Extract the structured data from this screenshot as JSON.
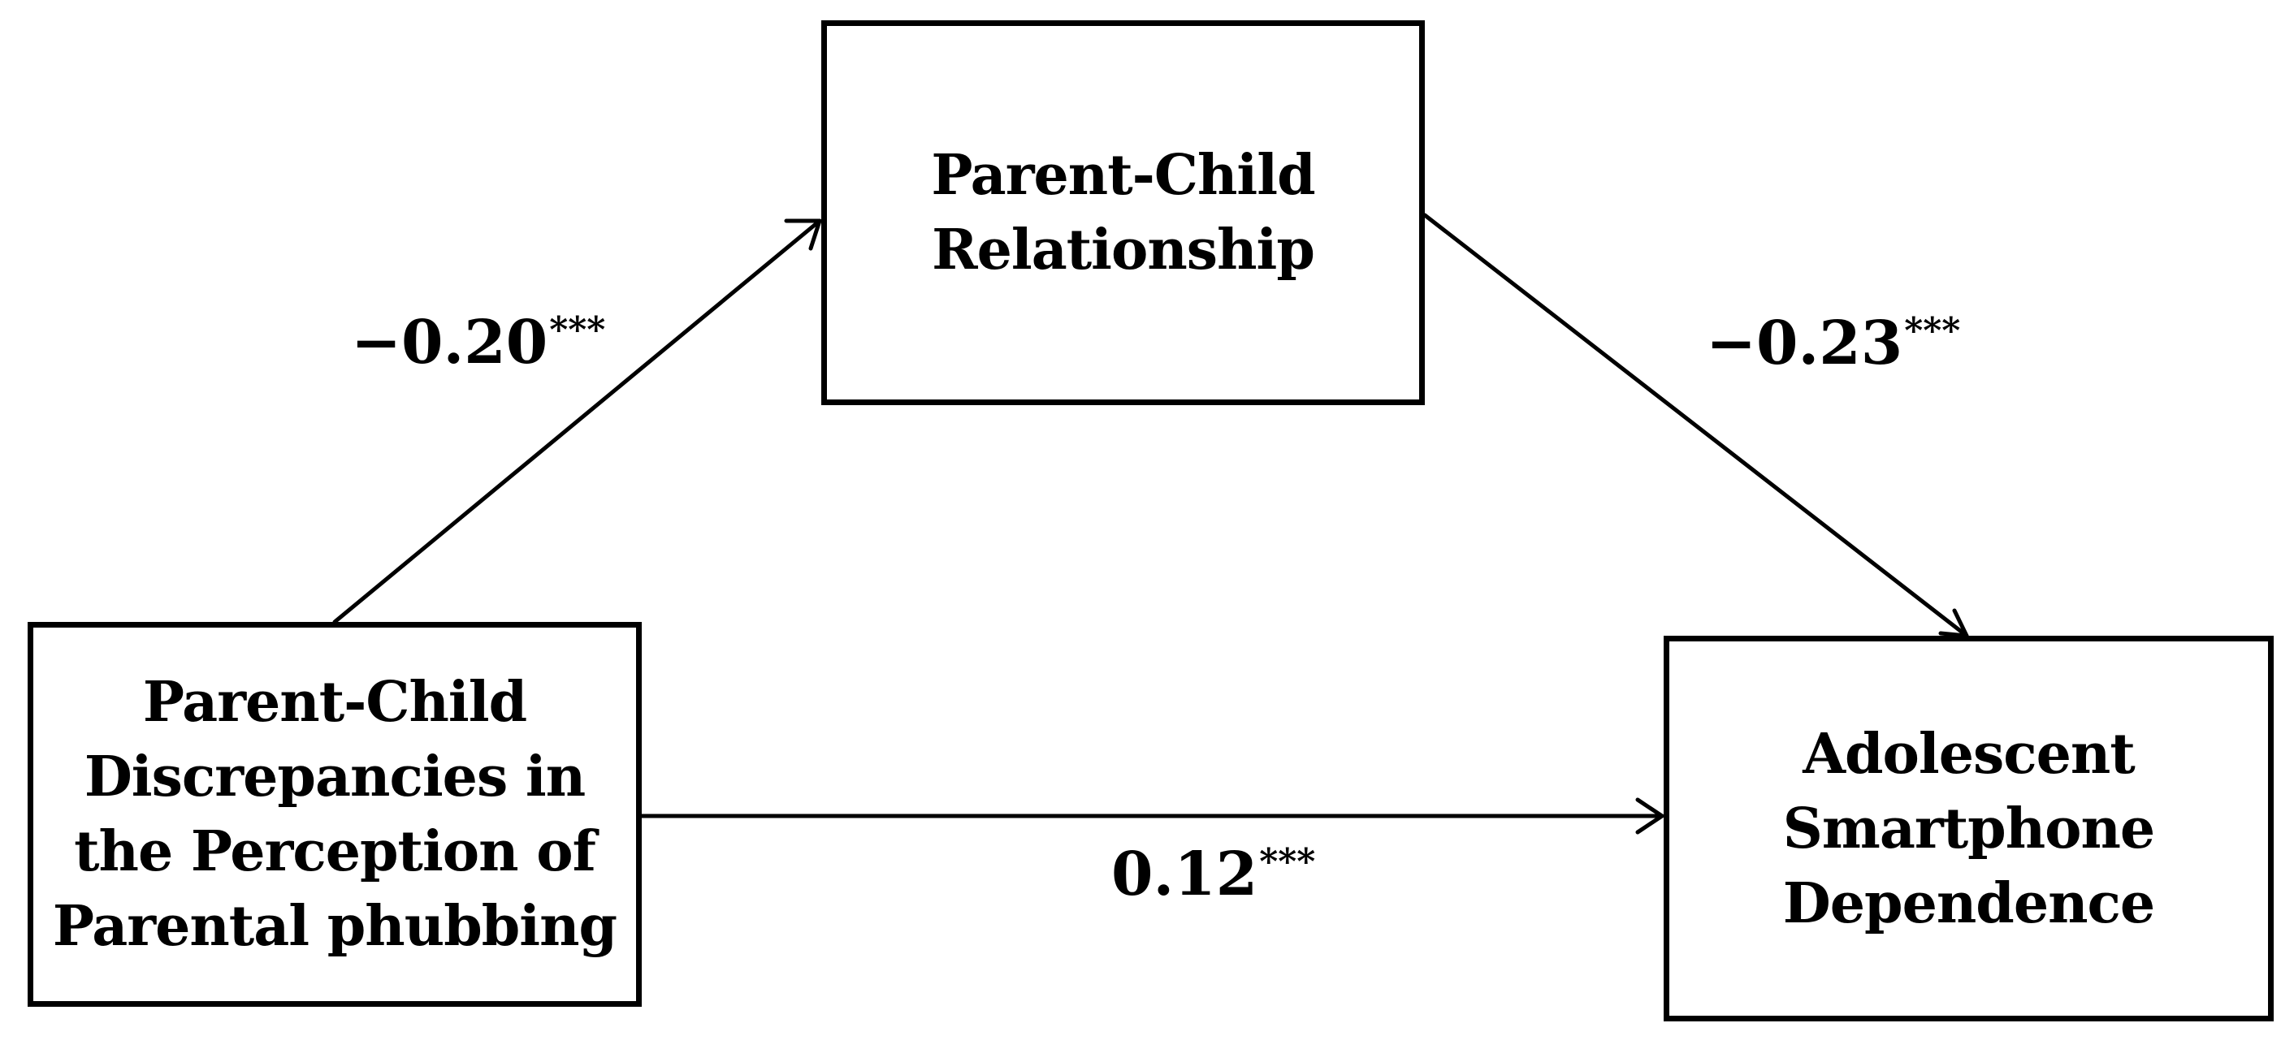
{
  "diagram": {
    "mediator": {
      "lines": [
        "Parent-Child",
        "Relationship"
      ]
    },
    "predictor": {
      "lines": [
        "Parent-Child",
        "Discrepancies in",
        "the Perception of",
        "Parental phubbing"
      ]
    },
    "outcome": {
      "lines": [
        "Adolescent",
        "Smartphone",
        "Dependence"
      ]
    },
    "paths": {
      "a": {
        "value": "−0.20",
        "sig": "***"
      },
      "b": {
        "value": "−0.23",
        "sig": "***"
      },
      "c": {
        "value": "0.12",
        "sig": "***"
      }
    },
    "colors": {
      "stroke": "#000000",
      "background": "#ffffff"
    }
  }
}
